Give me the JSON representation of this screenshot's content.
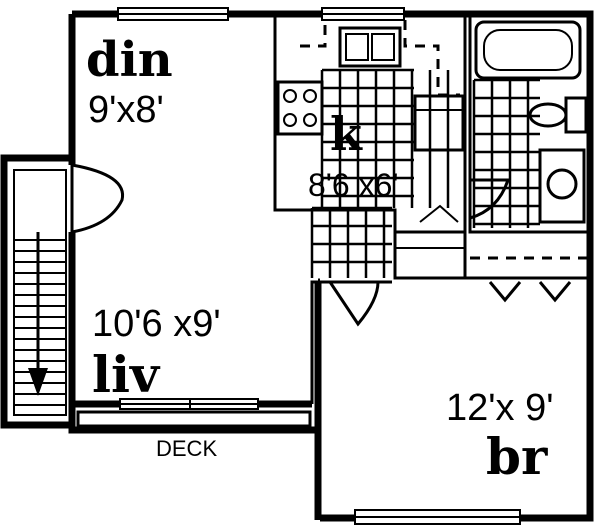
{
  "rooms": {
    "dining": {
      "name": "din",
      "size": "9'x8'"
    },
    "kitchen": {
      "name": "k",
      "size": "8'6 x6'"
    },
    "living": {
      "name": "liv",
      "size": "10'6 x9'"
    },
    "bedroom": {
      "name": "br",
      "size": "12'x 9'"
    },
    "deck": {
      "name": "DECK"
    }
  },
  "colors": {
    "ink": "#000000",
    "paper": "#ffffff"
  }
}
